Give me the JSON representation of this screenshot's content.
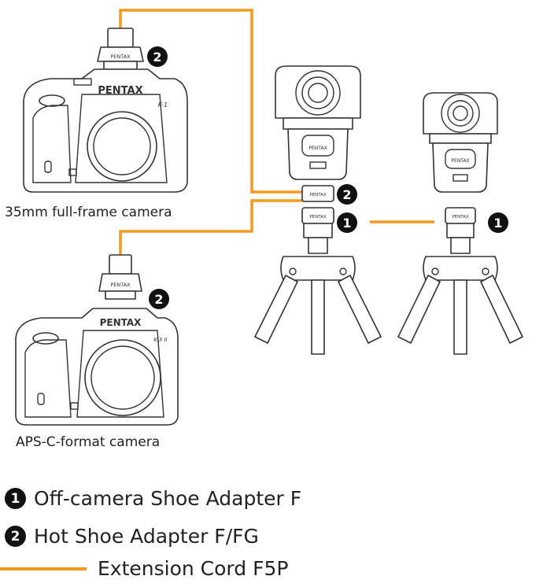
{
  "diagram": {
    "colors": {
      "cord": "#f39a1e",
      "ink": "#333333",
      "badge": "#111111"
    },
    "cameras": [
      {
        "brand": "PENTAX",
        "model_mark": "K-1",
        "caption": "35mm full-frame camera"
      },
      {
        "brand": "PENTAX",
        "model_mark": "K-3 II",
        "caption": "APS-C-format camera"
      }
    ],
    "adapters": {
      "prism_label": "PENTAX",
      "shoe_label": "PENTAX",
      "flash_label": "PENTAX"
    },
    "badges": {
      "one": "1",
      "two": "2"
    }
  },
  "legend": {
    "items": [
      {
        "icon": "badge-1",
        "label": "Off-camera Shoe Adapter F"
      },
      {
        "icon": "badge-2",
        "label": "Hot Shoe Adapter F/FG"
      },
      {
        "icon": "orange-line",
        "label": "Extension Cord F5P"
      }
    ]
  }
}
